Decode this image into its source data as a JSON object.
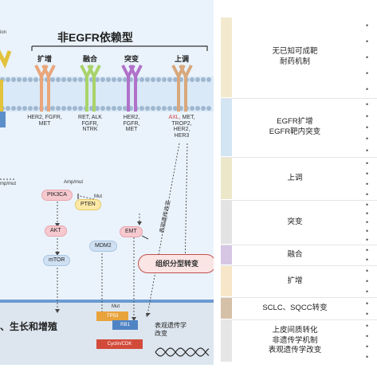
{
  "diagram": {
    "title": "非EGFR依赖型",
    "corner_text": "ion",
    "mechanisms": [
      {
        "label": "扩增",
        "receptors": "HER2, FGFR,\nMET"
      },
      {
        "label": "融合",
        "receptors": "RET, ALK\nFGFR,\nNTRK"
      },
      {
        "label": "突变",
        "receptors": "HER2,\nFGFR,\nMET"
      },
      {
        "label": "上调",
        "receptors_red": "AXL,",
        "receptors": " MET,\nTROP2,\nHER2,\nHER3"
      }
    ],
    "pathway": {
      "amp_mut_left": "mp/mut",
      "amp_mut": "Amp/mut",
      "mut_pten": "Mut",
      "pik3ca": "PIK3CA",
      "pten": "PTEN",
      "akt": "AKT",
      "mtor": "mTOR",
      "mdm2": "MDM2",
      "emt": "EMT",
      "mut_tp53": "Mut",
      "tp53": "TP53",
      "rb1": "RB1",
      "cyclin": "Cyclin/CDK",
      "histological": "组织分型转变",
      "rotated_label": "表观遗传改变",
      "epigenetic": "表观遗传学\n改变",
      "growth": "、生长和增殖"
    }
  },
  "table": {
    "rows": [
      {
        "label": "无已知可成靶\n耐药机制",
        "color": "#f2e9cf",
        "dots": 5
      },
      {
        "label": "EGFR扩增\nEGFR靶内突变",
        "color": "#d3e4f3",
        "dots": 5
      },
      {
        "label": "上调",
        "color": "#ece7c9",
        "dots": 4
      },
      {
        "label": "突变",
        "color": "#e3e3e3",
        "dots": 5
      },
      {
        "label": "融合",
        "color": "#d6c6e4",
        "dots": 2
      },
      {
        "label": "扩增",
        "color": "#f7e6c7",
        "dots": 3
      },
      {
        "label": "SCLC、SQCC转变",
        "color": "#d5c0a8",
        "dots": 2
      },
      {
        "label": "上皮间质转化\n非遗传学机制\n表观遗传学改变",
        "color": "#e6e6e6",
        "dots": 4
      }
    ]
  },
  "colors": {
    "amp": "#e9a57c",
    "fusion": "#a9d36a",
    "mutation": "#b071c9",
    "upreg": "#d8a87c",
    "red_text": "#d24040"
  }
}
